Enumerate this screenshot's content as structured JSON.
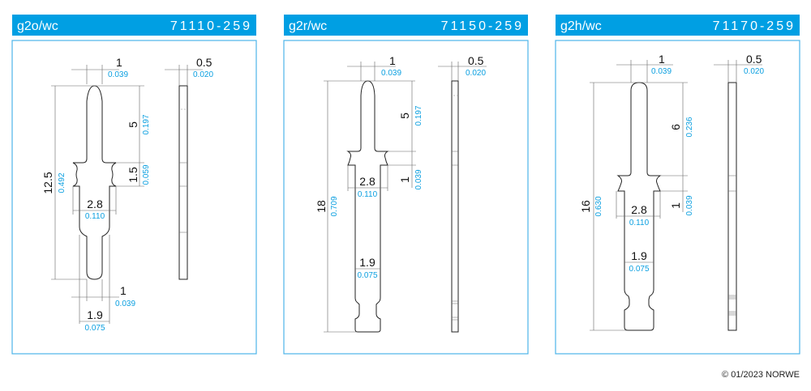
{
  "panels": [
    {
      "name": "g2o/wc",
      "code": "71110-259",
      "dims": {
        "tip_w": "1",
        "tip_w_in": "0.039",
        "thick": "0.5",
        "thick_in": "0.020",
        "length": "12.5",
        "length_in": "0.492",
        "shaft_len": "5",
        "shaft_len_in": "0.197",
        "collar": "1.5",
        "collar_in": "0.059",
        "body_w": "2.8",
        "body_w_in": "0.110",
        "tail_w": "1",
        "tail_w_in": "0.039",
        "neck_w": "1.9",
        "neck_w_in": "0.075"
      }
    },
    {
      "name": "g2r/wc",
      "code": "71150-259",
      "dims": {
        "tip_w": "1",
        "tip_w_in": "0.039",
        "thick": "0.5",
        "thick_in": "0.020",
        "length": "18",
        "length_in": "0.709",
        "shaft_len": "5",
        "shaft_len_in": "0.197",
        "collar": "1",
        "collar_in": "0.039",
        "body_w": "2.8",
        "body_w_in": "0.110",
        "neck_w": "1.9",
        "neck_w_in": "0.075"
      }
    },
    {
      "name": "g2h/wc",
      "code": "71170-259",
      "dims": {
        "tip_w": "1",
        "tip_w_in": "0.039",
        "thick": "0.5",
        "thick_in": "0.020",
        "length": "16",
        "length_in": "0.630",
        "shaft_len": "6",
        "shaft_len_in": "0.236",
        "collar": "1",
        "collar_in": "0.039",
        "body_w": "2.8",
        "body_w_in": "0.110",
        "neck_w": "1.9",
        "neck_w_in": "0.075"
      }
    }
  ],
  "copyright": "© 01/2023 NORWE",
  "colors": {
    "header": "#009fe3",
    "inch_text": "#0a9fe0"
  }
}
